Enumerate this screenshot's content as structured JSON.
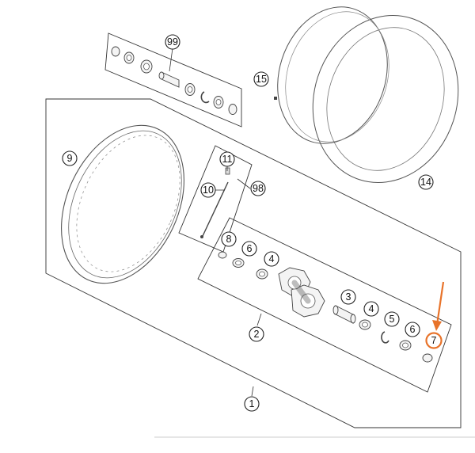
{
  "diagram": {
    "callouts": [
      {
        "label": "99"
      },
      {
        "label": "15"
      },
      {
        "label": "14"
      },
      {
        "label": "9"
      },
      {
        "label": "11"
      },
      {
        "label": "10"
      },
      {
        "label": "98"
      },
      {
        "label": "8"
      },
      {
        "label": "6"
      },
      {
        "label": "4"
      },
      {
        "label": "3"
      },
      {
        "label": "4"
      },
      {
        "label": "5"
      },
      {
        "label": "6"
      },
      {
        "label": "7"
      },
      {
        "label": "2"
      },
      {
        "label": "1"
      }
    ],
    "highlight": {
      "target": "7",
      "color": "#e8732a"
    }
  }
}
